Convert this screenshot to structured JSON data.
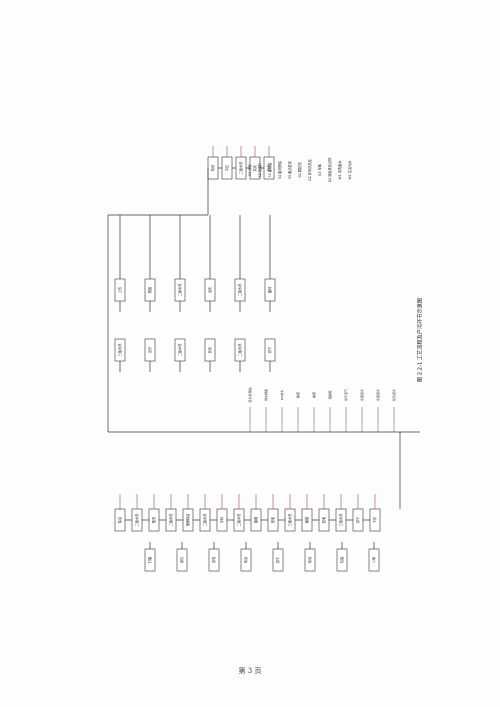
{
  "figure": {
    "caption": "图 2.2-1 工艺流程及产污环节示意图"
  },
  "footer": {
    "page_label": "第 3 页"
  },
  "legend": [
    "S1  污泥",
    "S2  边角料",
    "S3  废包装",
    "S4  废润滑油",
    "S5  废活性炭",
    "G1  颗粒物",
    "G2  非甲烷总烃",
    "G3  甲苯",
    "G4  锡及其化合物",
    "W1  清洗废水",
    "W2  生活污水"
  ],
  "nodes": {
    "right_column": [
      "剪切",
      "冲压",
      "二级水洗",
      "钝化",
      "封闭"
    ],
    "top_cluster": [
      "上件",
      "脱脂",
      "二级水洗",
      "活化",
      "二级水洗",
      "镀锌",
      "三级水洗",
      "出光",
      "二级水洗",
      "钝化",
      "二级水洗",
      "烘干"
    ],
    "left_cluster": [
      "除油",
      "二级水洗",
      "酸洗",
      "二级水洗",
      "电解除油",
      "二级水洗",
      "中和",
      "二级水洗",
      "镀镍",
      "回收",
      "三级水洗",
      "镀铬",
      "回收",
      "三级水洗",
      "烘干",
      "下件"
    ],
    "far_left": [
      "打磨",
      "抛光",
      "清洗",
      "喷涂",
      "烘干",
      "检验",
      "包装",
      "入库"
    ]
  },
  "annotations": {
    "labels": [
      "废水处理站",
      "纯水制备",
      "RO浓水",
      "酸雾",
      "碱雾",
      "铬酸雾",
      "烘干废气",
      "含镍废水",
      "含铬废水",
      "综合废水"
    ]
  }
}
